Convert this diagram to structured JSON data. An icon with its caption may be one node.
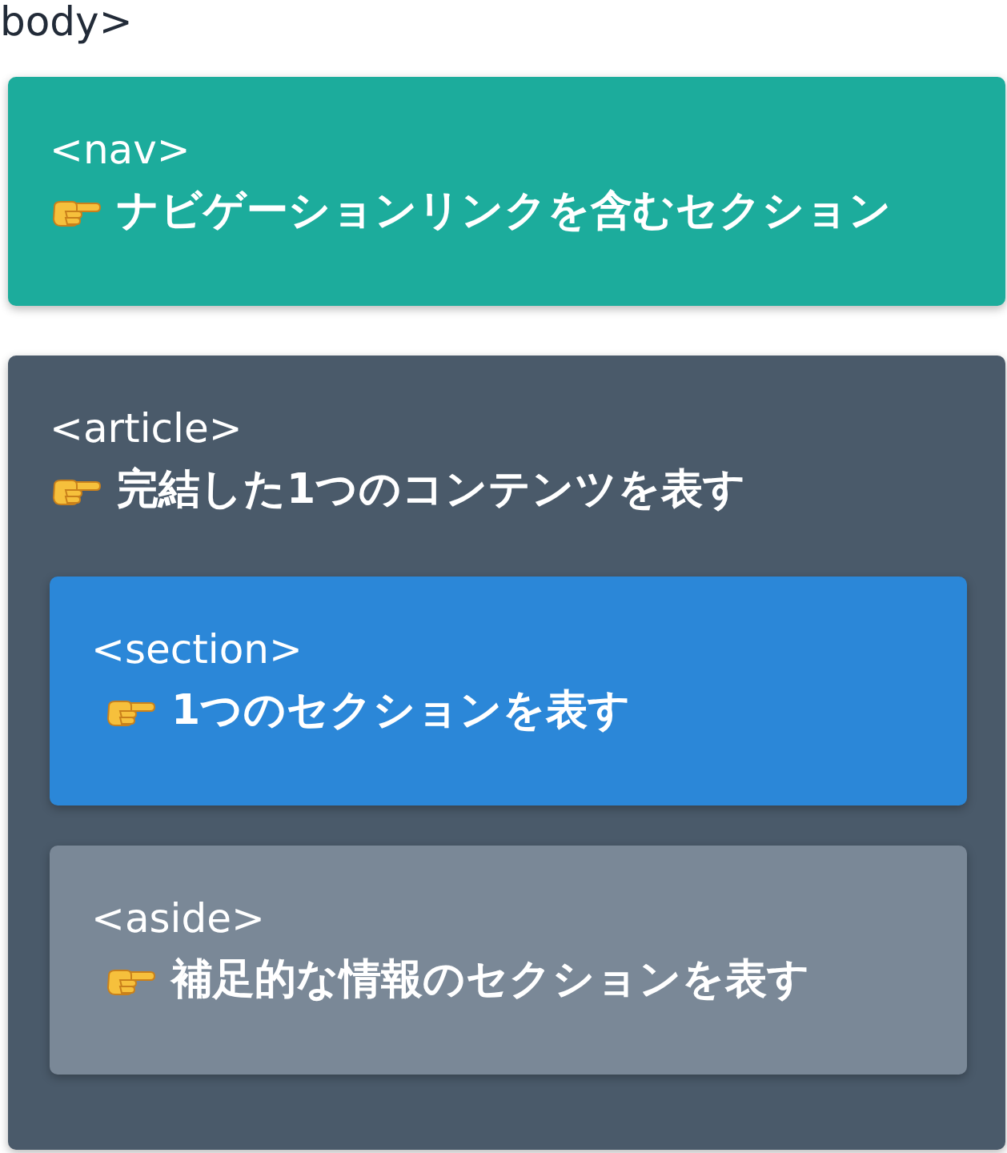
{
  "diagram": {
    "nodes": [
      {
        "text": [
          "<nav>",
          "ナビゲーションリンクを含むセクション"
        ]
      },
      {
        "text": [
          "<article>",
          "完結した1つのコンテンツを表す"
        ]
      },
      {
        "text": [
          "<section>",
          "1つのセクションを表す"
        ],
        "in": 1
      },
      {
        "text": [
          "<aside>",
          "補足的な情報のセクションを表す"
        ],
        "in": 1
      }
    ],
    "labels": [
      "body>"
    ]
  }
}
